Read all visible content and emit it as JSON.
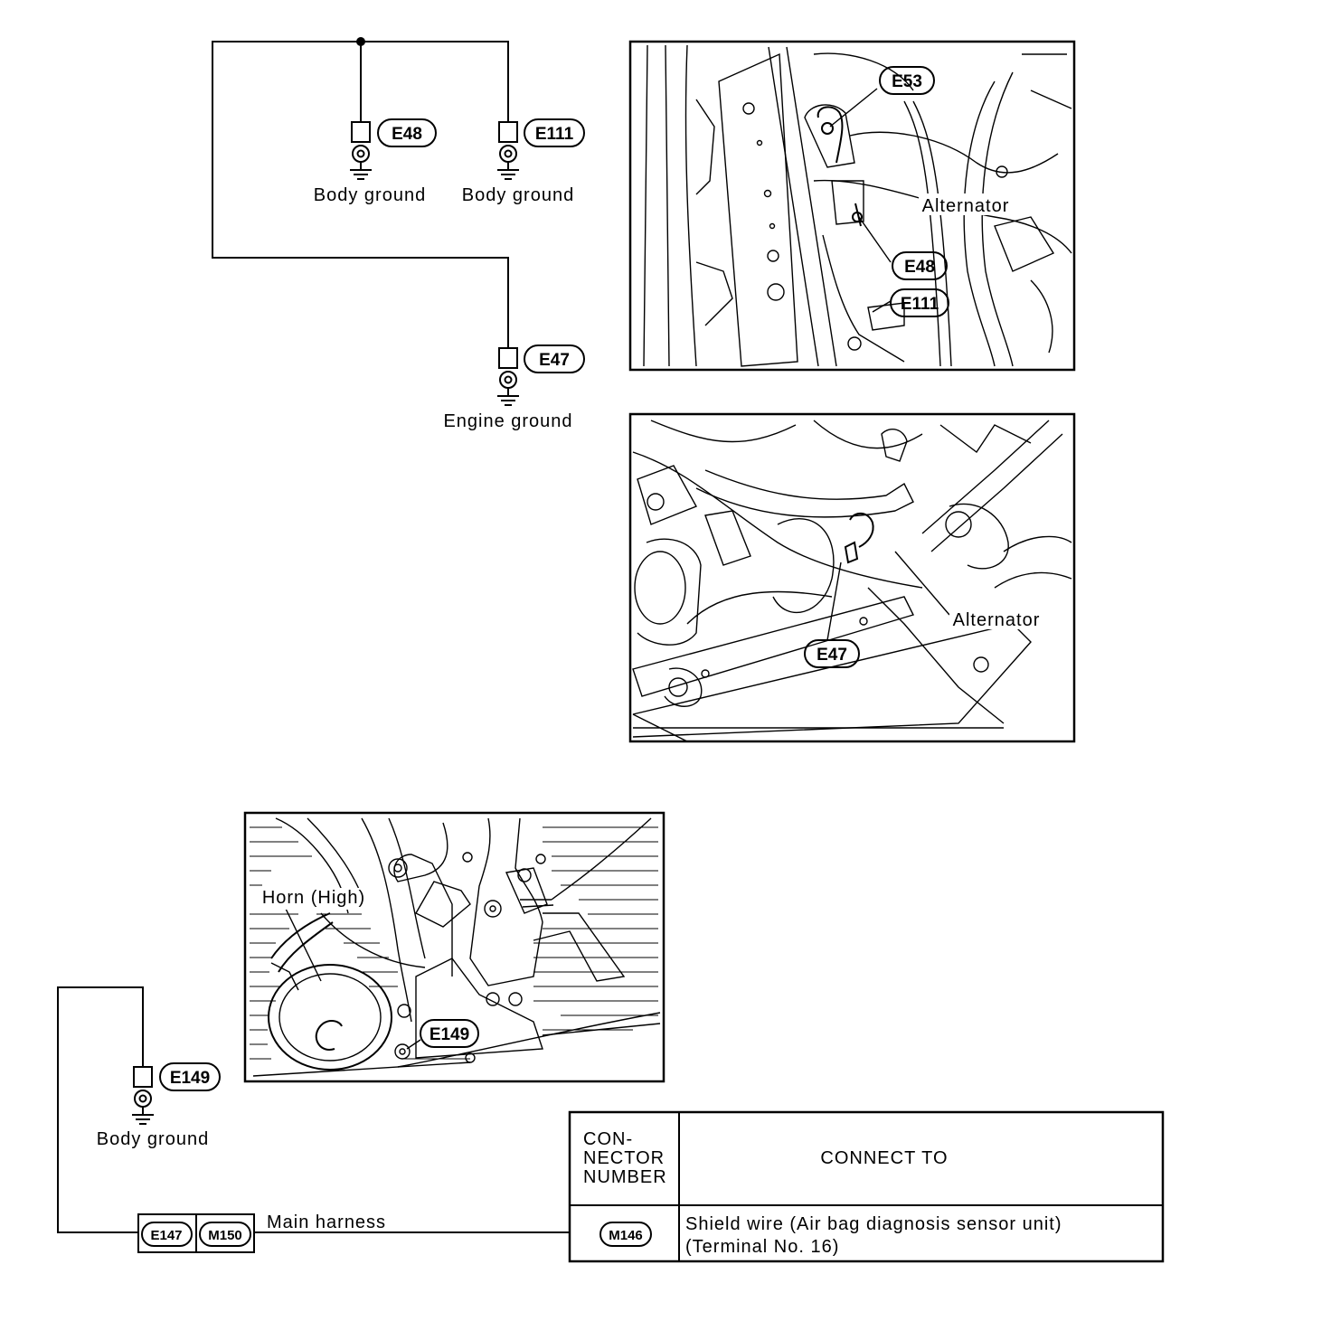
{
  "ground_points": [
    {
      "tag": "E48",
      "label": "Body ground"
    },
    {
      "tag": "E111",
      "label": "Body ground"
    },
    {
      "tag": "E47",
      "label": "Engine ground"
    },
    {
      "tag": "E149",
      "label": "Body ground"
    }
  ],
  "harness": {
    "connectors": [
      "E147",
      "M150"
    ],
    "label": "Main harness"
  },
  "illustration_upper": {
    "callouts": [
      "E53",
      "E48",
      "E111"
    ],
    "component_label": "Alternator"
  },
  "illustration_middle": {
    "callouts": [
      "E47"
    ],
    "component_label": "Alternator"
  },
  "illustration_lower": {
    "callouts": [
      "E149"
    ],
    "component_label": "Horn (High)"
  },
  "connector_table": {
    "header_col1": [
      "CON-",
      "NECTOR",
      "NUMBER"
    ],
    "header_col2": "CONNECT TO",
    "rows": [
      {
        "connector": "M146",
        "description_line1": "Shield wire (Air bag diagnosis sensor unit)",
        "description_line2": "(Terminal No. 16)"
      }
    ]
  }
}
